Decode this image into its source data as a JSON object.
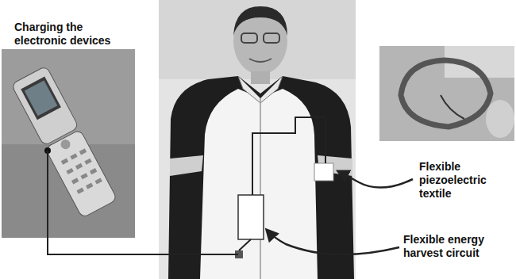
{
  "diagram": {
    "labels": [
      "Charging the electronic devices",
      "Flexible piezoelectric textile",
      "Flexible energy harvest circuit"
    ]
  }
}
